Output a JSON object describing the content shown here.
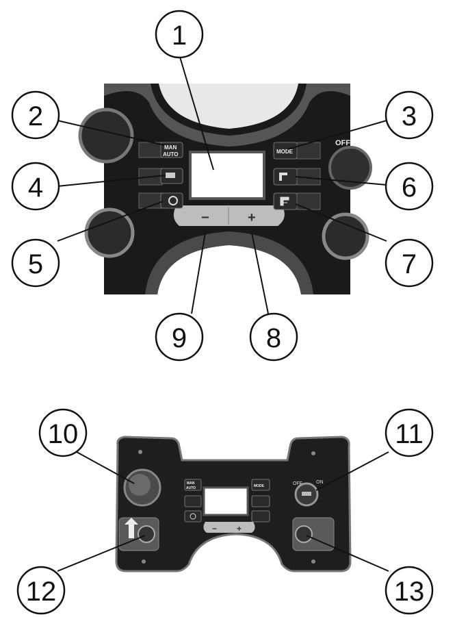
{
  "callouts": {
    "c1": "1",
    "c2": "2",
    "c3": "3",
    "c4": "4",
    "c5": "5",
    "c6": "6",
    "c7": "7",
    "c8": "8",
    "c9": "9",
    "c10": "10",
    "c11": "11",
    "c12": "12",
    "c13": "13"
  },
  "top_panel": {
    "man_label": "MAN",
    "auto_label": "AUTO",
    "mode_label": "MODE",
    "minus_label": "−",
    "plus_label": "+",
    "off_label": "OFF"
  },
  "bottom_panel": {
    "man_label": "MAN",
    "auto_label": "AUTO",
    "mode_label": "MODE",
    "minus_label": "−",
    "plus_label": "+",
    "key_off_label": "OFF",
    "key_on_label": "ON"
  },
  "colors": {
    "panel_dark": "#1e1e1e",
    "panel_mid": "#3a3a3a",
    "trim_light": "#bdbdbd",
    "display_white": "#ffffff"
  }
}
